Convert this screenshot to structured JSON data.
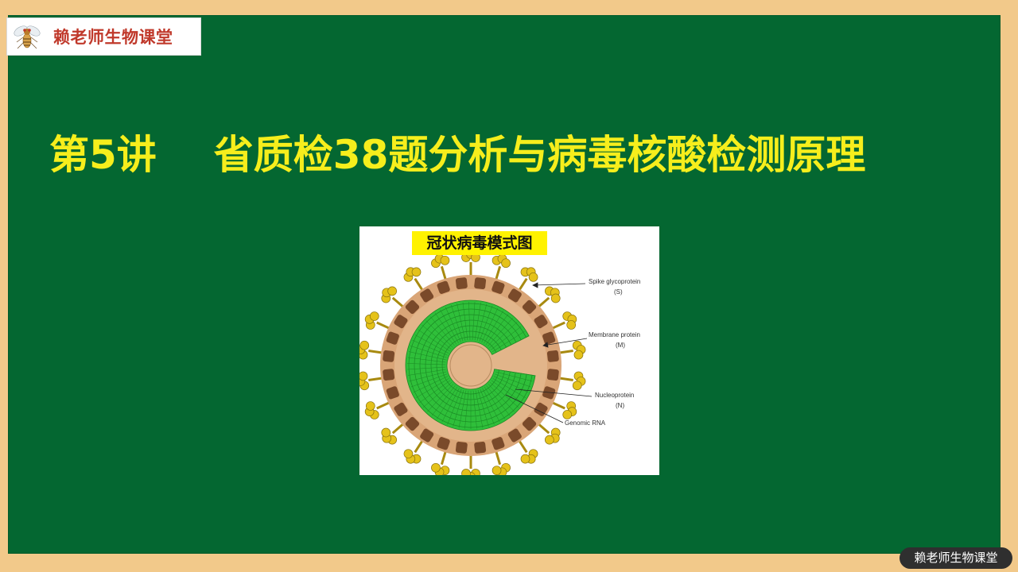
{
  "logo": {
    "text": "赖老师生物课堂",
    "icon": "fruit-fly-icon"
  },
  "slide": {
    "lecture_number": "第5讲",
    "title": "省质检38题分析与病毒核酸检测原理"
  },
  "figure": {
    "caption": "冠状病毒模式图",
    "labels": {
      "spike_line1": "Spike glycoprotein",
      "spike_line2": "(S)",
      "membrane_line1": "Membrane protein",
      "membrane_line2": "(M)",
      "nucleo_line1": "Nucleoprotein",
      "nucleo_line2": "(N)",
      "genomic": "Genomic RNA"
    },
    "colors": {
      "spike": "#e5c21a",
      "envelope": "#d9a577",
      "membrane_protein": "#7a4a2a",
      "nucleoprotein": "#2fbf3a"
    }
  },
  "watermark": {
    "text": "赖老师生物课堂"
  },
  "colors": {
    "board": "#046731",
    "frame": "#f2c98a",
    "title": "#f6ee1c"
  }
}
